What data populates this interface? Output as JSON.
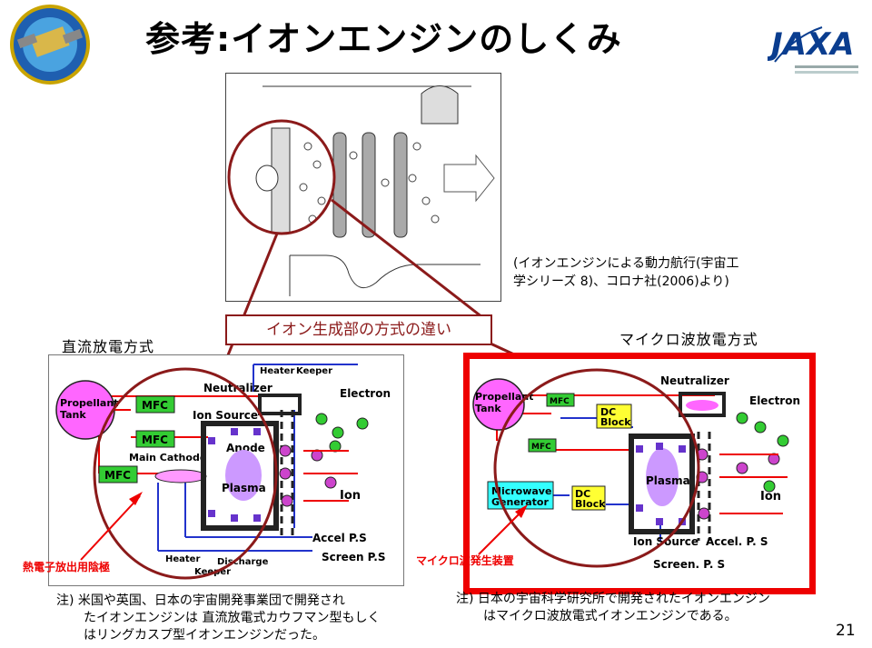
{
  "slide": {
    "title": "参考:イオンエンジンのしくみ",
    "page_number": "21",
    "logo_text": "JAXA"
  },
  "top_diagram": {
    "source_note_line1": "(イオンエンジンによる動力航行(宇宙工",
    "source_note_line2": "学シリーズ 8)、コロナ社(2006)より)"
  },
  "callout": {
    "text": "イオン生成部の方式の違い"
  },
  "dc_panel": {
    "heading": "直流放電方式",
    "labels": {
      "propellant": "Propellant",
      "tank": "Tank",
      "mfc": "MFC",
      "neutralizer": "Neutralizer",
      "heater": "Heater",
      "keeper": "Keeper",
      "electron": "Electron",
      "ion_source": "Ion Source",
      "main_cathode": "Main Cathode",
      "anode": "Anode",
      "plasma": "Plasma",
      "ion": "Ion",
      "accel": "Accel P.S",
      "screen": "Screen P.S",
      "heater_bottom": "Heater",
      "discharge": "Discharge",
      "keeper_bottom": "Keeper"
    },
    "red_label": "熱電子放出用陰極",
    "note_line1": "注) 米国や英国、日本の宇宙開発事業団で開発され",
    "note_line2": "たイオンエンジンは 直流放電式カウフマン型もしく",
    "note_line3": "はリングカスプ型イオンエンジンだった。"
  },
  "mw_panel": {
    "heading": "マイクロ波放電方式",
    "labels": {
      "propellant": "Propellant",
      "tank": "Tank",
      "mfc": "MFC",
      "neutralizer": "Neutralizer",
      "electron": "Electron",
      "dc_block": "DC",
      "dc_block2": "Block",
      "microwave": "Microwave",
      "generator": "Generator",
      "plasma": "Plasma",
      "ion": "Ion",
      "ion_source": "Ion Source",
      "accel": "Accel. P. S",
      "screen": "Screen. P. S"
    },
    "red_label": "マイクロ波発生装置",
    "note_line1": "注) 日本の宇宙科学研究所で開発されたイオンエンジン",
    "note_line2": "はマイクロ波放電式イオンエンジンである。"
  },
  "colors": {
    "accent_red": "#e00000",
    "dark_red": "#8b1a1a",
    "mfc_green": "#33cc33",
    "tank_magenta": "#ff66ff",
    "plasma_violet": "#cc99ff",
    "dc_block_yellow": "#ffff33",
    "microwave_cyan": "#33ffff"
  }
}
